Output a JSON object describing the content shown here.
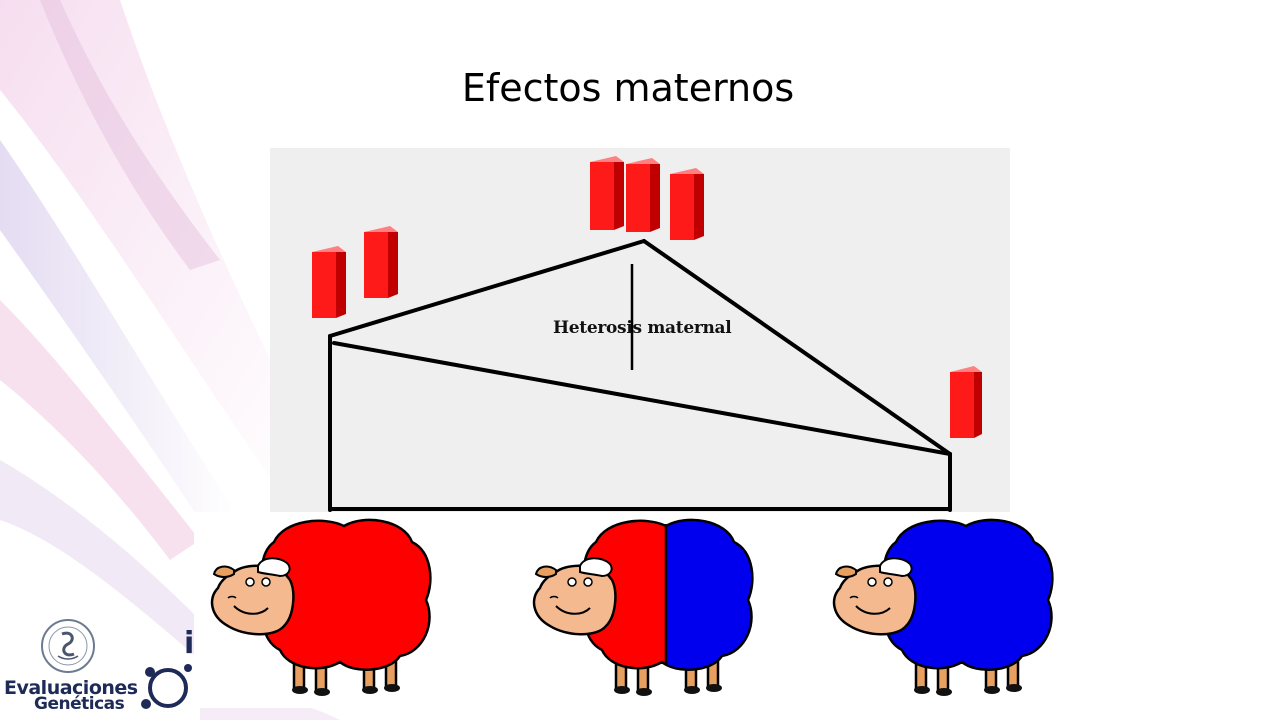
{
  "slide": {
    "title": "Efectos maternos"
  },
  "diagram": {
    "label": "Heterosis maternal",
    "left_bars": 2,
    "middle_bars": 3,
    "right_bars": 1,
    "colors": {
      "bar": "#ff0000",
      "breed_a": "#ff0000",
      "breed_b": "#0000ee",
      "panel": "#efefef"
    }
  },
  "logo": {
    "line1": "Evaluaciones",
    "line2": "Genéticas",
    "partial_letter": "i"
  }
}
